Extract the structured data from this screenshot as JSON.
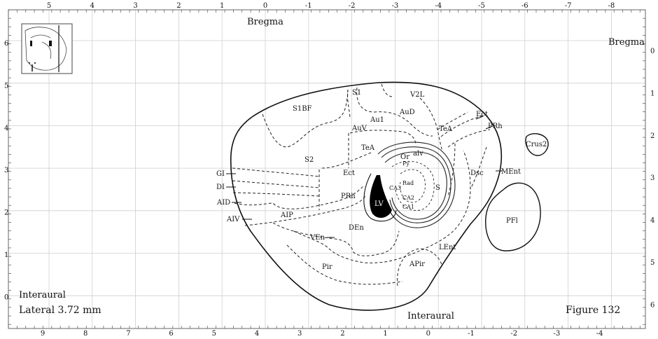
{
  "figure": {
    "bregma_top": "Bregma",
    "bregma_right": "Bregma",
    "interaural_left": "Interaural",
    "interaural_bottom": "Interaural",
    "lateral": "Lateral 3.72 mm",
    "figure_number": "Figure 132"
  },
  "axes": {
    "top_ticks": [
      "5",
      "4",
      "3",
      "2",
      "1",
      "0",
      "-1",
      "-2",
      "-3",
      "-4",
      "-5",
      "-6",
      "-7",
      "-8"
    ],
    "bottom_ticks": [
      "9",
      "8",
      "7",
      "6",
      "5",
      "4",
      "3",
      "2",
      "1",
      "0",
      "-1",
      "-2",
      "-3",
      "-4"
    ],
    "left_ticks": [
      "6",
      "5",
      "4",
      "3",
      "2",
      "1",
      "0"
    ],
    "right_ticks": [
      "0",
      "1",
      "2",
      "3",
      "4",
      "5",
      "6"
    ]
  },
  "regions": {
    "s1": "S1",
    "v2l": "V2L",
    "s1bf": "S1BF",
    "aud": "AuD",
    "au1": "Au1",
    "auv": "AuV",
    "ect_top": "Ect",
    "prh_top": "PRh",
    "tea_right": "TeA",
    "tea_left": "TeA",
    "s2": "S2",
    "or": "Or",
    "alv": "alv",
    "py": "Py",
    "ect_mid": "Ect",
    "gi": "GI",
    "di": "DI",
    "aid": "AID",
    "aiv": "AIV",
    "prh_mid": "PRh",
    "rad": "Rad",
    "ca3": "CA3",
    "s": "S",
    "lv": "LV",
    "ca2": "CA2",
    "ca1": "CA1",
    "aip": "AIP",
    "den": "DEn",
    "ven": "VEn",
    "dsc": "Dsc",
    "ment": "MEnt",
    "lent": "LEnt",
    "pir": "Pir",
    "apir": "APir",
    "crus2": "Crus2",
    "pfl": "PFl"
  }
}
